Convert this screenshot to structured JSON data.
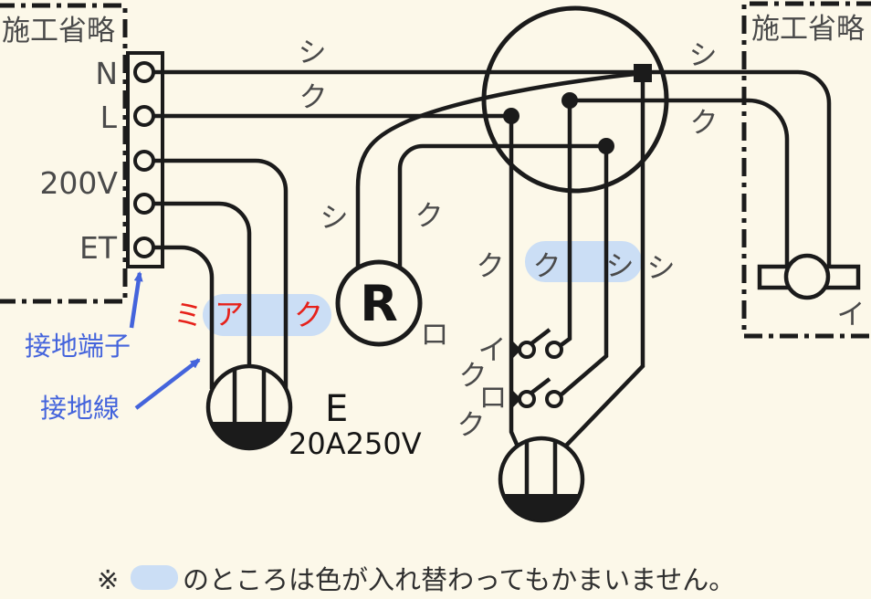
{
  "colors": {
    "background": "#FCF8E9",
    "line": "#1B1B1B",
    "label_gray": "#4A4A4A",
    "red": "#E6211A",
    "annotation_blue": "#4464DC",
    "highlight_blue": "#CBDEF5"
  },
  "omission_boxes": {
    "left": "施工省略",
    "right": "施工省略"
  },
  "power_terminals": {
    "n": "N",
    "l": "L",
    "v200": "200V",
    "et": "ET"
  },
  "wire_color_labels": {
    "top_n": "シ",
    "top_l": "ク",
    "right_top": "シ",
    "right_bottom": "ク",
    "r_left": "シ",
    "r_right": "ク",
    "mid_1": "ク",
    "mid_2": "ク",
    "mid_3": "シ",
    "mid_4": "シ",
    "outlet_1": "ミ",
    "outlet_2": "ア",
    "outlet_3": "ク",
    "switch_top_wire": "ク",
    "switch_bottom_wire": "ク"
  },
  "circuit_labels": {
    "switch_top": "イ",
    "switch_bottom": "ロ",
    "r_device": "ロ",
    "right_device": "イ"
  },
  "devices": {
    "r": "R",
    "outlet_grounding": "E",
    "outlet_rating": "20A250V"
  },
  "annotations": {
    "ground_terminal": "接地端子",
    "ground_wire": "接地線"
  },
  "note": {
    "mark": "※",
    "text": "のところは色が入れ替わってもかまいません。"
  }
}
